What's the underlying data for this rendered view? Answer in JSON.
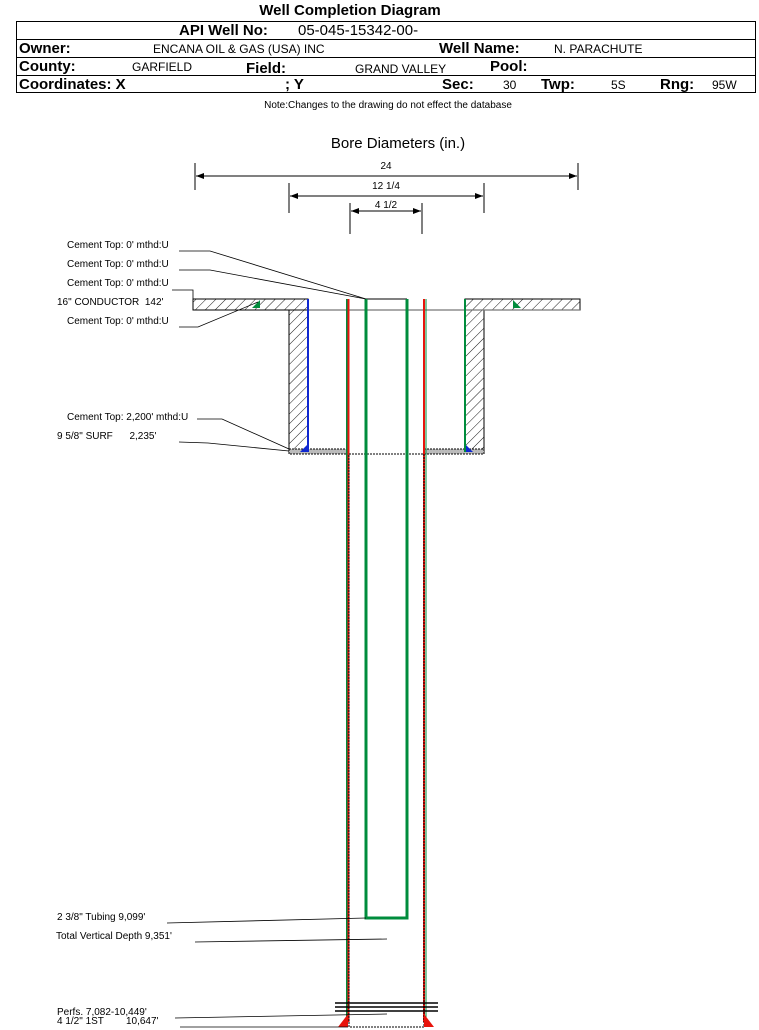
{
  "title": "Well Completion Diagram",
  "header": {
    "api_label": "API Well No:",
    "api_value": "05-045-15342-00-",
    "owner_label": "Owner:",
    "owner_value": "ENCANA OIL & GAS (USA) INC",
    "well_name_label": "Well Name:",
    "well_name_value": "N. PARACHUTE",
    "county_label": "County:",
    "county_value": "GARFIELD",
    "field_label": "Field:",
    "field_value": "GRAND VALLEY",
    "pool_label": "Pool:",
    "coord_label": "Coordinates: X",
    "coord_y_label": "; Y",
    "sec_label": "Sec:",
    "sec_value": "30",
    "twp_label": "Twp:",
    "twp_value": "5S",
    "rng_label": "Rng:",
    "rng_value": "95W"
  },
  "note": "Note:Changes to the drawing do not effect the database",
  "diagram": {
    "title": "Bore Diameters (in.)",
    "dimensions": [
      "24",
      "12 1/4",
      "4 1/2"
    ],
    "labels": {
      "cement1": "Cement Top: 0' mthd:U",
      "cement2": "Cement Top: 0' mthd:U",
      "cement3": "Cement Top: 0' mthd:U",
      "conductor": "16\" CONDUCTOR  142'",
      "cement4": "Cement Top: 0' mthd:U",
      "cement5": "Cement Top: 2,200' mthd:U",
      "surface": "9 5/8\" SURF      2,235'",
      "tubing": "2 3/8\" Tubing 9,099'",
      "tvd": "Total Vertical Depth 9,351'",
      "perfs": "Perfs. 7,082-10,449'",
      "production": "4 1/2\" 1ST        10,647'"
    },
    "colors": {
      "casing_red": "#e8140c",
      "casing_green": "#008c3c",
      "casing_blue": "#1028d0"
    }
  }
}
